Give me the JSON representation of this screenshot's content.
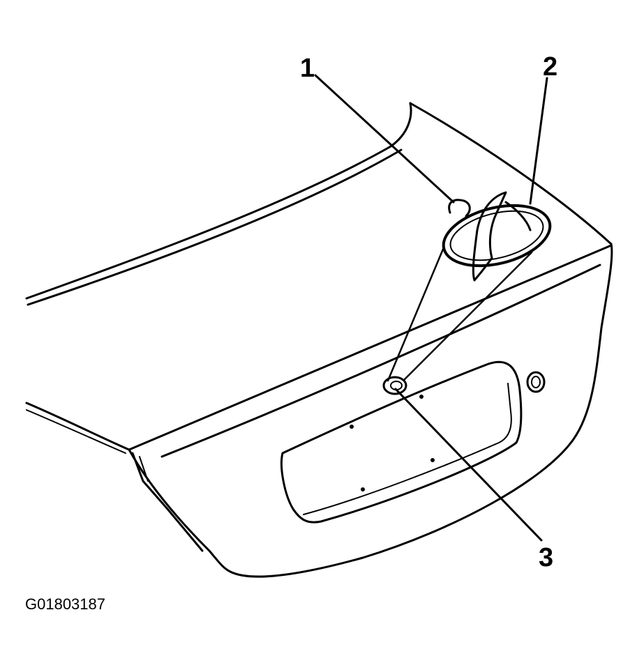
{
  "figure": {
    "callouts": [
      {
        "id": "1",
        "label": "1"
      },
      {
        "id": "2",
        "label": "2"
      },
      {
        "id": "3",
        "label": "3"
      }
    ],
    "figure_code": "G01803187"
  }
}
